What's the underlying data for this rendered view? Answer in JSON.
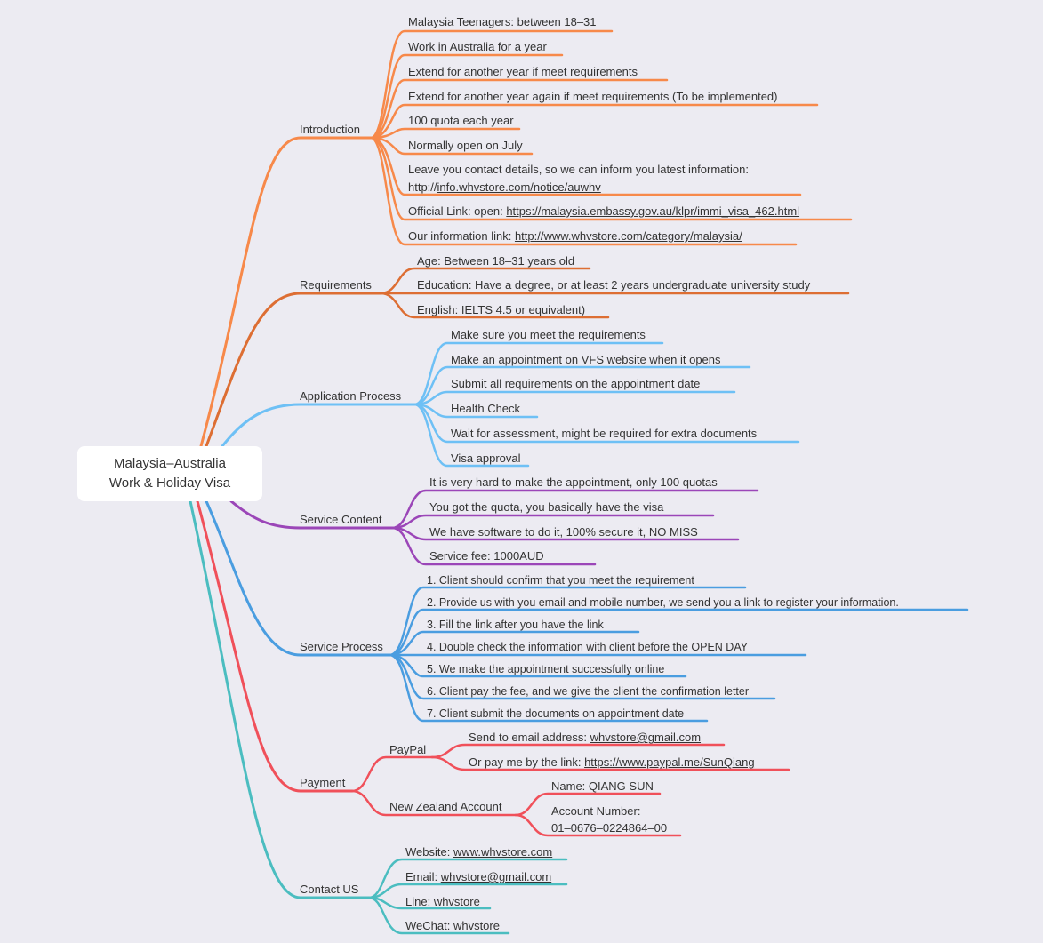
{
  "root": {
    "line1": "Malaysia–Australia",
    "line2": "Work & Holiday Visa"
  },
  "colors": {
    "introduction": "#F7894A",
    "requirements": "#DD6E33",
    "application": "#6EC0F5",
    "service_content": "#9B46B8",
    "service_process": "#4A9DE0",
    "payment": "#F0505A",
    "contact": "#4BBDC0"
  },
  "branches": {
    "introduction": {
      "label": "Introduction",
      "items": [
        "Malaysia Teenagers: between 18–31",
        "Work in Australia for a year",
        "Extend for another year if meet requirements",
        "Extend for another year again if meet requirements (To be implemented)",
        "100 quota each year",
        "Normally open on July"
      ],
      "contact_line1": "Leave you contact details, so we can inform you latest information:",
      "contact_prefix": "http://",
      "contact_link": "info.whvstore.com/notice/auwhv",
      "official_prefix": "Official Link: open: ",
      "official_link": "https://malaysia.embassy.gov.au/klpr/immi_visa_462.html",
      "our_prefix": "Our information link: ",
      "our_link": "http://www.whvstore.com/category/malaysia/"
    },
    "requirements": {
      "label": "Requirements",
      "items": [
        "Age: Between 18–31 years old",
        "Education: Have a degree, or at least 2 years undergraduate university study",
        "English:  IELTS 4.5 or equivalent)"
      ]
    },
    "application": {
      "label": "Application Process",
      "items": [
        "Make sure you meet the requirements",
        "Make an appointment on VFS website when it opens",
        "Submit all requirements on the appointment date",
        "Health Check",
        "Wait for assessment, might be required for extra documents",
        "Visa approval"
      ]
    },
    "service_content": {
      "label": "Service Content",
      "items": [
        "It is very hard to make the appointment, only 100 quotas",
        "You got the quota, you basically have the visa",
        "We have software to do it, 100% secure it, NO MISS",
        "Service fee: 1000AUD"
      ]
    },
    "service_process": {
      "label": "Service Process",
      "items": [
        "1. Client should confirm that you meet the requirement",
        "2. Provide us with you email and mobile number, we send you a link to register your information.",
        "3. Fill the link after you have the link",
        "4. Double check the information with client before the OPEN DAY",
        "5. We make the appointment successfully online",
        "6. Client pay the fee, and we give the client the confirmation letter",
        "7. Client submit the documents on appointment date"
      ]
    },
    "payment": {
      "label": "Payment",
      "paypal": {
        "label": "PayPal",
        "email_prefix": "Send to email address: ",
        "email": "whvstore@gmail.com",
        "link_prefix": "Or pay me by the link: ",
        "link": "https://www.paypal.me/SunQiang"
      },
      "nz": {
        "label": "New Zealand Account",
        "name": "Name: QIANG SUN",
        "account_label": "Account Number:",
        "account_number": "01–0676–0224864–00"
      }
    },
    "contact": {
      "label": "Contact US",
      "website_prefix": "Website: ",
      "website": "www.whvstore.com",
      "email_prefix": "Email: ",
      "email": "whvstore@gmail.com",
      "line_prefix": "Line: ",
      "line": "whvstore",
      "wechat_prefix": "WeChat: ",
      "wechat": "whvstore"
    }
  }
}
